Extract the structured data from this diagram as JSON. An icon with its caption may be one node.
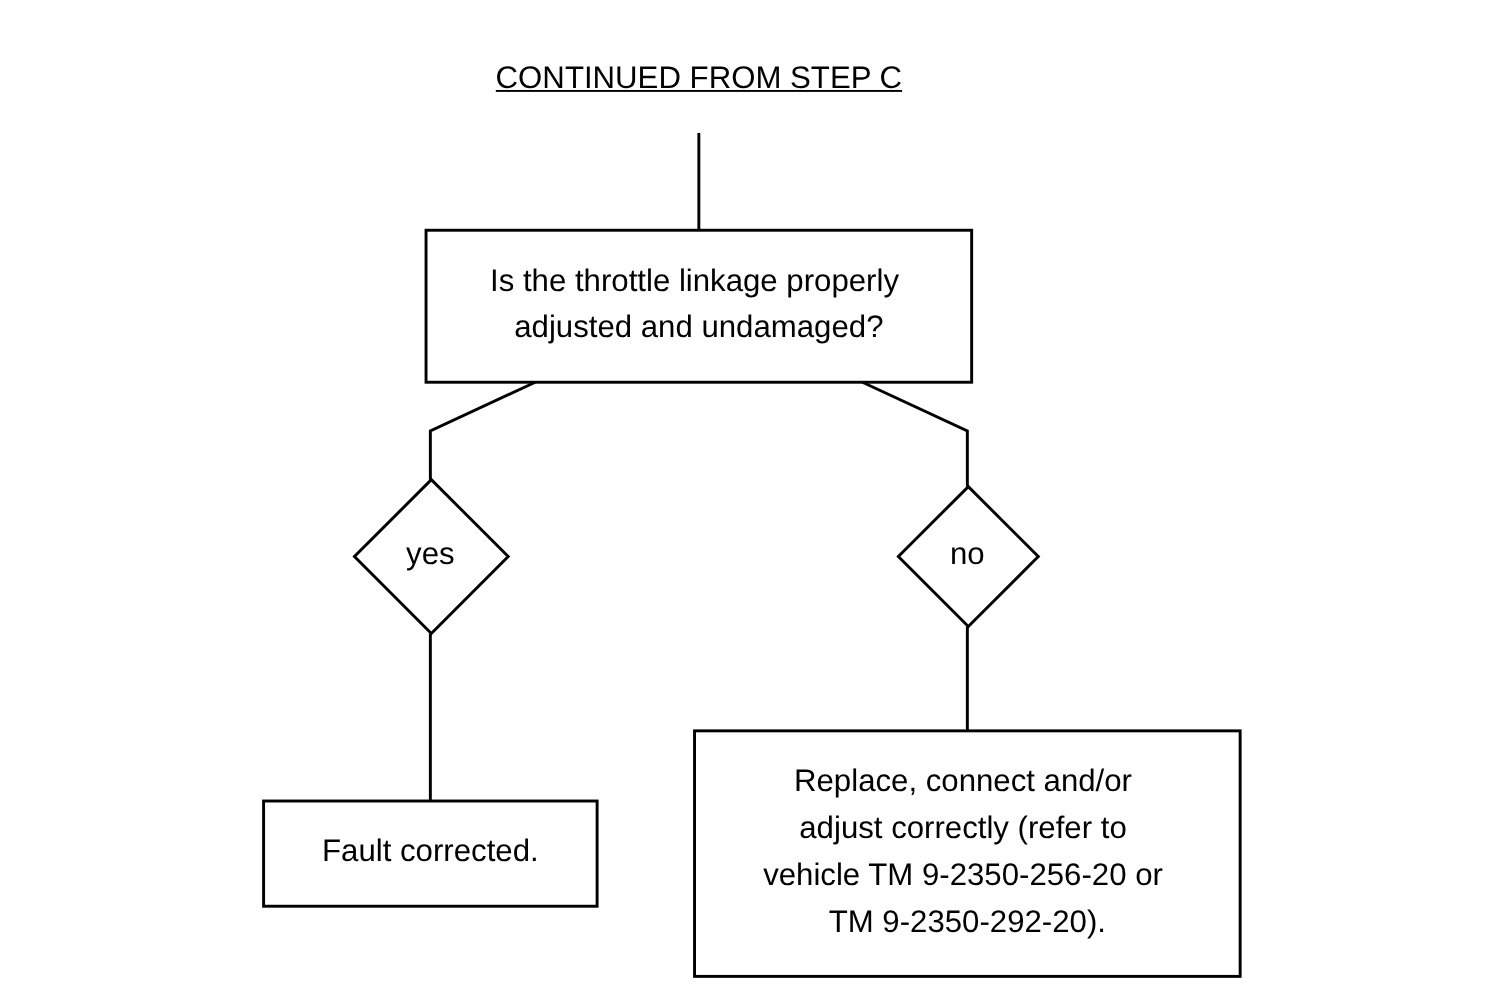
{
  "diagram": {
    "nodes": [
      {
        "text": [
          "CONTINUED FROM STEP C"
        ]
      },
      {
        "text": [
          "Is the throttle linkage properly adjusted and undamaged?"
        ]
      },
      {
        "text": [
          "yes"
        ]
      },
      {
        "text": [
          "no"
        ]
      },
      {
        "text": [
          "Replace, connect and/or adjust correctly (refer to vehicle TM 9-2350-256-20 or TM 9-2350-292-20)."
        ]
      },
      {
        "text": [
          "Fault corrected."
        ]
      }
    ],
    "edges": [
      {
        "from": 0,
        "to": 1,
        "arrow": "none"
      },
      {
        "from": 1,
        "to": 2,
        "arrow": "none"
      },
      {
        "from": 1,
        "to": 3,
        "arrow": "none"
      },
      {
        "from": 2,
        "to": 5,
        "arrow": "none"
      },
      {
        "from": 3,
        "to": 4,
        "arrow": "none"
      }
    ]
  }
}
